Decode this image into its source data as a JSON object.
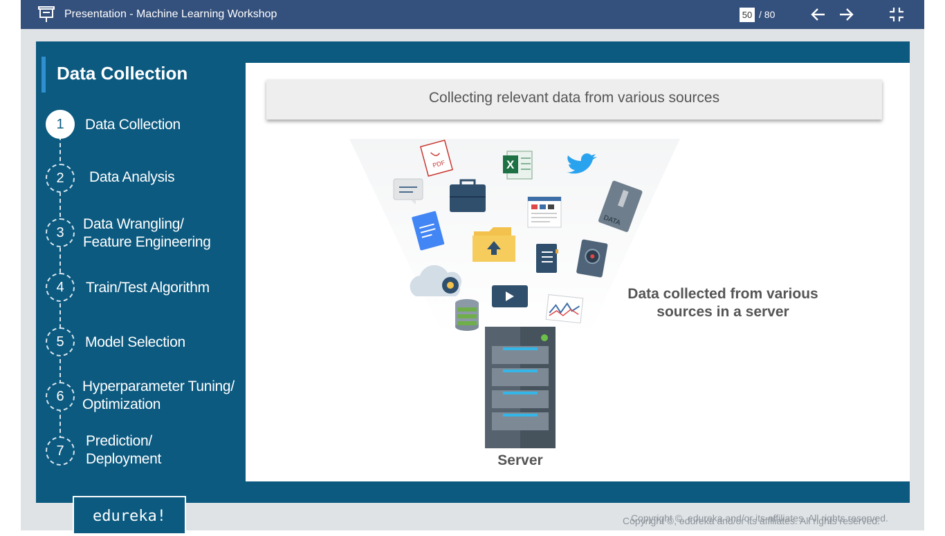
{
  "toolbar": {
    "title": "Presentation - Machine Learning Workshop",
    "current_page": "50",
    "total_pages": "/ 80",
    "icons": [
      "presentation-icon",
      "arrow-left-icon",
      "arrow-right-icon",
      "collapse-icon"
    ]
  },
  "sidebar": {
    "heading": "Data Collection",
    "steps": [
      {
        "num": "1",
        "line1": "Data Collection",
        "line2": ""
      },
      {
        "num": "2",
        "line1": "Data Analysis",
        "line2": ""
      },
      {
        "num": "3",
        "line1": "Data Wrangling/",
        "line2": "Feature Engineering"
      },
      {
        "num": "4",
        "line1": "Train/Test Algorithm",
        "line2": ""
      },
      {
        "num": "5",
        "line1": "Model Selection",
        "line2": ""
      },
      {
        "num": "6",
        "line1": "Hyperparameter Tuning/",
        "line2": "Optimization"
      },
      {
        "num": "7",
        "line1": "Prediction/",
        "line2": "Deployment"
      }
    ],
    "active_step": 1
  },
  "slide": {
    "banner": "Collecting relevant data from various sources",
    "collected_line1": "Data collected from various",
    "collected_line2": "sources in a server",
    "server_label": "Server",
    "source_icons": [
      "pdf-icon",
      "excel-icon",
      "twitter-icon",
      "chat-icon",
      "briefcase-icon",
      "newspaper-icon",
      "data-file-icon",
      "document-icon",
      "folder-upload-icon",
      "notebook-icon",
      "hard-drive-icon",
      "cloud-settings-icon",
      "video-play-icon",
      "line-chart-icon",
      "database-icon"
    ],
    "pdf_text": "PDF",
    "excel_text": "X",
    "data_text": "DATA"
  },
  "footer": {
    "logo": "edureka!",
    "copyright": "Copyright ©, edureka and/or its affiliates. All rights reserved."
  },
  "colors": {
    "toolbar": "#34507c",
    "sidebar": "#0c5a80",
    "accent": "#2e8fd1",
    "stage": "#dfe3e6"
  }
}
